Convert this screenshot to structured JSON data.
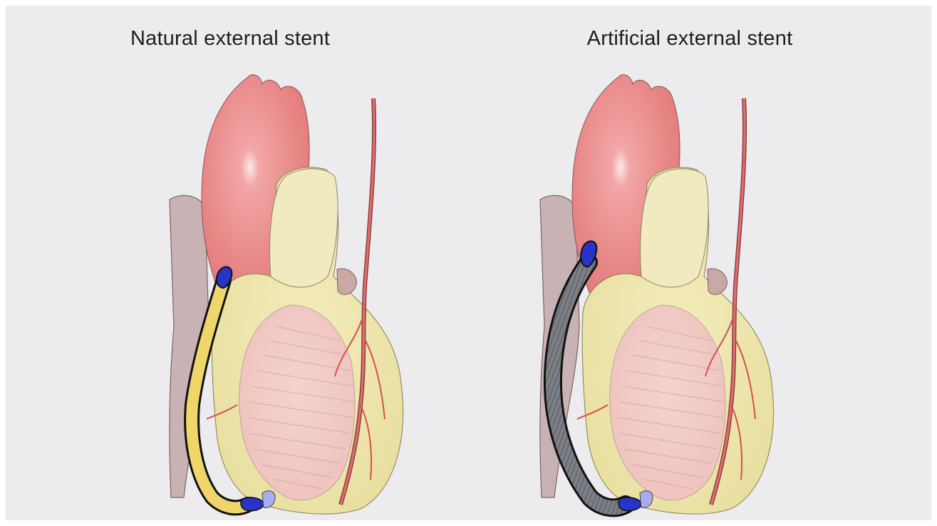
{
  "panels": [
    {
      "id": "natural",
      "title": "Natural external stent",
      "stent_color": "#f0d56a",
      "stent_outline": "#111111"
    },
    {
      "id": "artificial",
      "title": "Artificial external stent",
      "stent_color": "#7d7f86",
      "stent_outline": "#111111"
    }
  ],
  "colors": {
    "background": "#ecebee",
    "aorta": "#e78484",
    "aorta_highlight": "#f9dede",
    "fat": "#ede6a9",
    "myocardium": "#f1c9c5",
    "pericardium": "#c4aeb0",
    "artery": "#d84f52",
    "graft_tip": "#2833c7",
    "graft_tip_light": "#a9adf0"
  },
  "icons": {
    "heart": "heart-illustration",
    "graft": "saphenous-vein-graft"
  }
}
